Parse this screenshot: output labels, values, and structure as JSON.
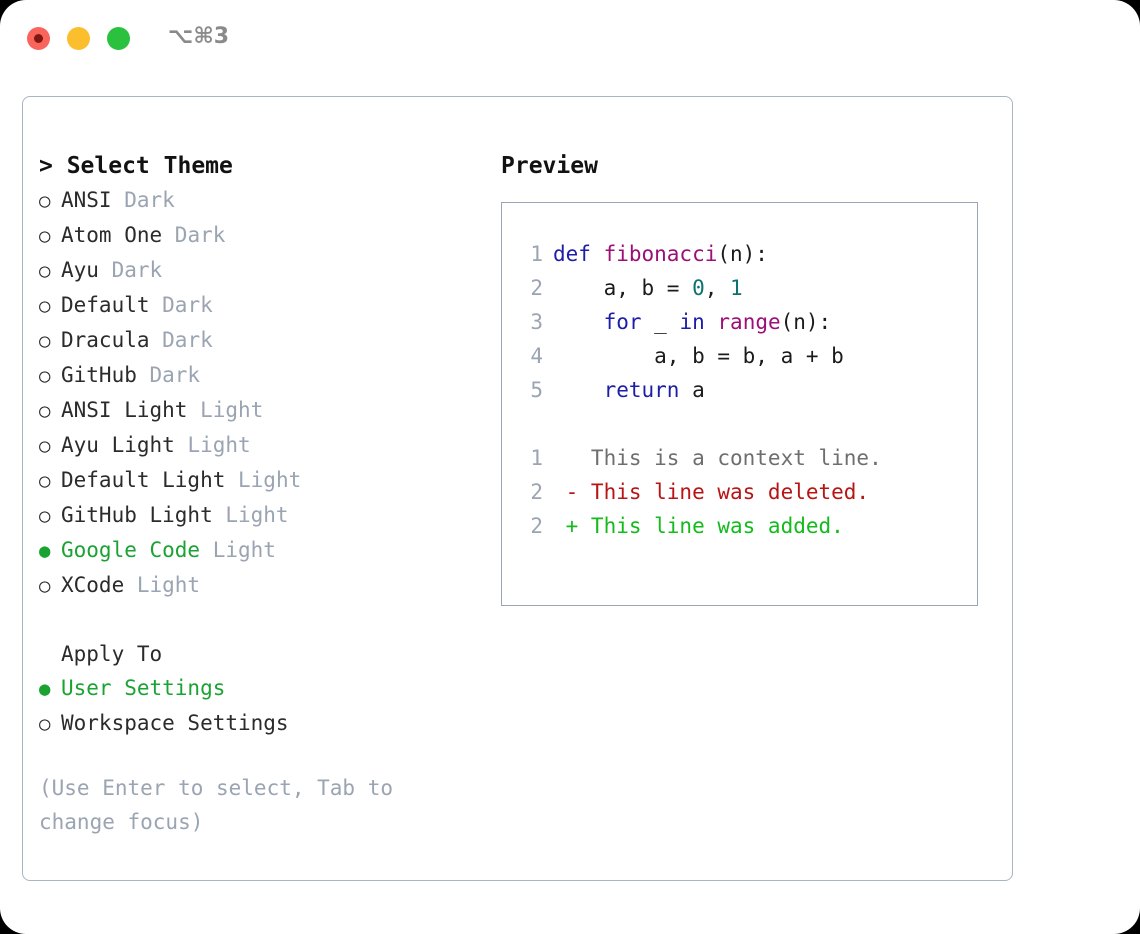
{
  "titlebar": {
    "shortcut": "⌥⌘3",
    "buttons": [
      {
        "name": "close",
        "color": "#f9655b"
      },
      {
        "name": "minimize",
        "color": "#fbbf2d"
      },
      {
        "name": "maximize",
        "color": "#2ac13e"
      }
    ]
  },
  "theme_picker": {
    "title": "> Select Theme",
    "options": [
      {
        "bullet": "○",
        "selected": false,
        "name": "ANSI",
        "kind": "Dark"
      },
      {
        "bullet": "○",
        "selected": false,
        "name": "Atom One",
        "kind": "Dark"
      },
      {
        "bullet": "○",
        "selected": false,
        "name": "Ayu",
        "kind": "Dark"
      },
      {
        "bullet": "○",
        "selected": false,
        "name": "Default",
        "kind": "Dark"
      },
      {
        "bullet": "○",
        "selected": false,
        "name": "Dracula",
        "kind": "Dark"
      },
      {
        "bullet": "○",
        "selected": false,
        "name": "GitHub",
        "kind": "Dark"
      },
      {
        "bullet": "○",
        "selected": false,
        "name": "ANSI Light",
        "kind": "Light"
      },
      {
        "bullet": "○",
        "selected": false,
        "name": "Ayu Light",
        "kind": "Light"
      },
      {
        "bullet": "○",
        "selected": false,
        "name": "Default Light",
        "kind": "Light"
      },
      {
        "bullet": "○",
        "selected": false,
        "name": "GitHub Light",
        "kind": "Light"
      },
      {
        "bullet": "●",
        "selected": true,
        "name": "Google Code",
        "kind": "Light"
      },
      {
        "bullet": "○",
        "selected": false,
        "name": "XCode",
        "kind": "Light"
      }
    ]
  },
  "apply_to": {
    "title": "Apply To",
    "options": [
      {
        "bullet": "●",
        "selected": true,
        "name": "User Settings"
      },
      {
        "bullet": "○",
        "selected": false,
        "name": "Workspace Settings"
      }
    ]
  },
  "hint": "(Use Enter to select, Tab to change focus)",
  "preview": {
    "heading": "Preview",
    "code_lines": [
      {
        "ln": "1",
        "tokens": [
          {
            "t": "def ",
            "c": "tok-kw"
          },
          {
            "t": "fibonacci",
            "c": "tok-fn"
          },
          {
            "t": "(n):",
            "c": "tok-plain"
          }
        ]
      },
      {
        "ln": "2",
        "tokens": [
          {
            "t": "    a, b = ",
            "c": "tok-plain"
          },
          {
            "t": "0",
            "c": "tok-num"
          },
          {
            "t": ", ",
            "c": "tok-plain"
          },
          {
            "t": "1",
            "c": "tok-num"
          }
        ]
      },
      {
        "ln": "3",
        "tokens": [
          {
            "t": "    ",
            "c": "tok-plain"
          },
          {
            "t": "for",
            "c": "tok-kw"
          },
          {
            "t": " _ ",
            "c": "tok-plain"
          },
          {
            "t": "in",
            "c": "tok-kw"
          },
          {
            "t": " ",
            "c": "tok-plain"
          },
          {
            "t": "range",
            "c": "tok-fn"
          },
          {
            "t": "(n):",
            "c": "tok-plain"
          }
        ]
      },
      {
        "ln": "4",
        "tokens": [
          {
            "t": "        a, b = b, a + b",
            "c": "tok-plain"
          }
        ]
      },
      {
        "ln": "5",
        "tokens": [
          {
            "t": "    ",
            "c": "tok-plain"
          },
          {
            "t": "return",
            "c": "tok-kw"
          },
          {
            "t": " a",
            "c": "tok-plain"
          }
        ]
      }
    ],
    "diff_lines": [
      {
        "ln": "1",
        "tokens": [
          {
            "t": "   This is a context line.",
            "c": "diff-ctx"
          }
        ]
      },
      {
        "ln": "2",
        "tokens": [
          {
            "t": " - This line was deleted.",
            "c": "diff-del"
          }
        ]
      },
      {
        "ln": "2",
        "tokens": [
          {
            "t": " + This line was added.",
            "c": "diff-add"
          }
        ]
      }
    ]
  }
}
